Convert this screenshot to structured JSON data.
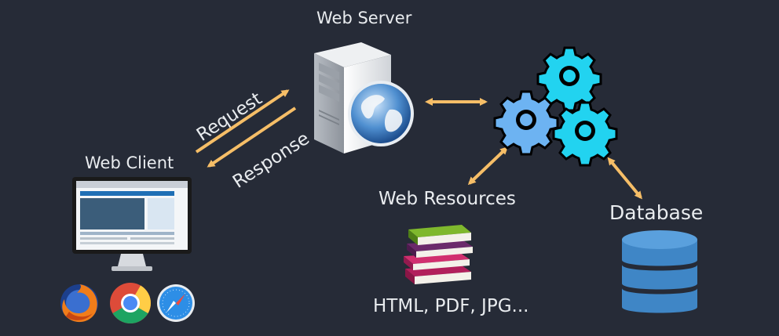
{
  "server": {
    "label": "Web Server"
  },
  "client": {
    "label": "Web Client"
  },
  "flow": {
    "request": "Request",
    "response": "Response"
  },
  "resources": {
    "label": "Web Resources",
    "types": "HTML, PDF, JPG..."
  },
  "database": {
    "label": "Database"
  },
  "colors": {
    "background": "#262b37",
    "arrow": "#f6be67",
    "gear_cyan": "#22d3f0",
    "gear_blue": "#6db3f2",
    "database": "#3f86c6",
    "text": "#e9ecef"
  },
  "icons": [
    "server-icon",
    "globe-icon",
    "gears-icon",
    "monitor-icon",
    "firefox-icon",
    "chrome-icon",
    "safari-icon",
    "books-icon",
    "database-icon"
  ]
}
